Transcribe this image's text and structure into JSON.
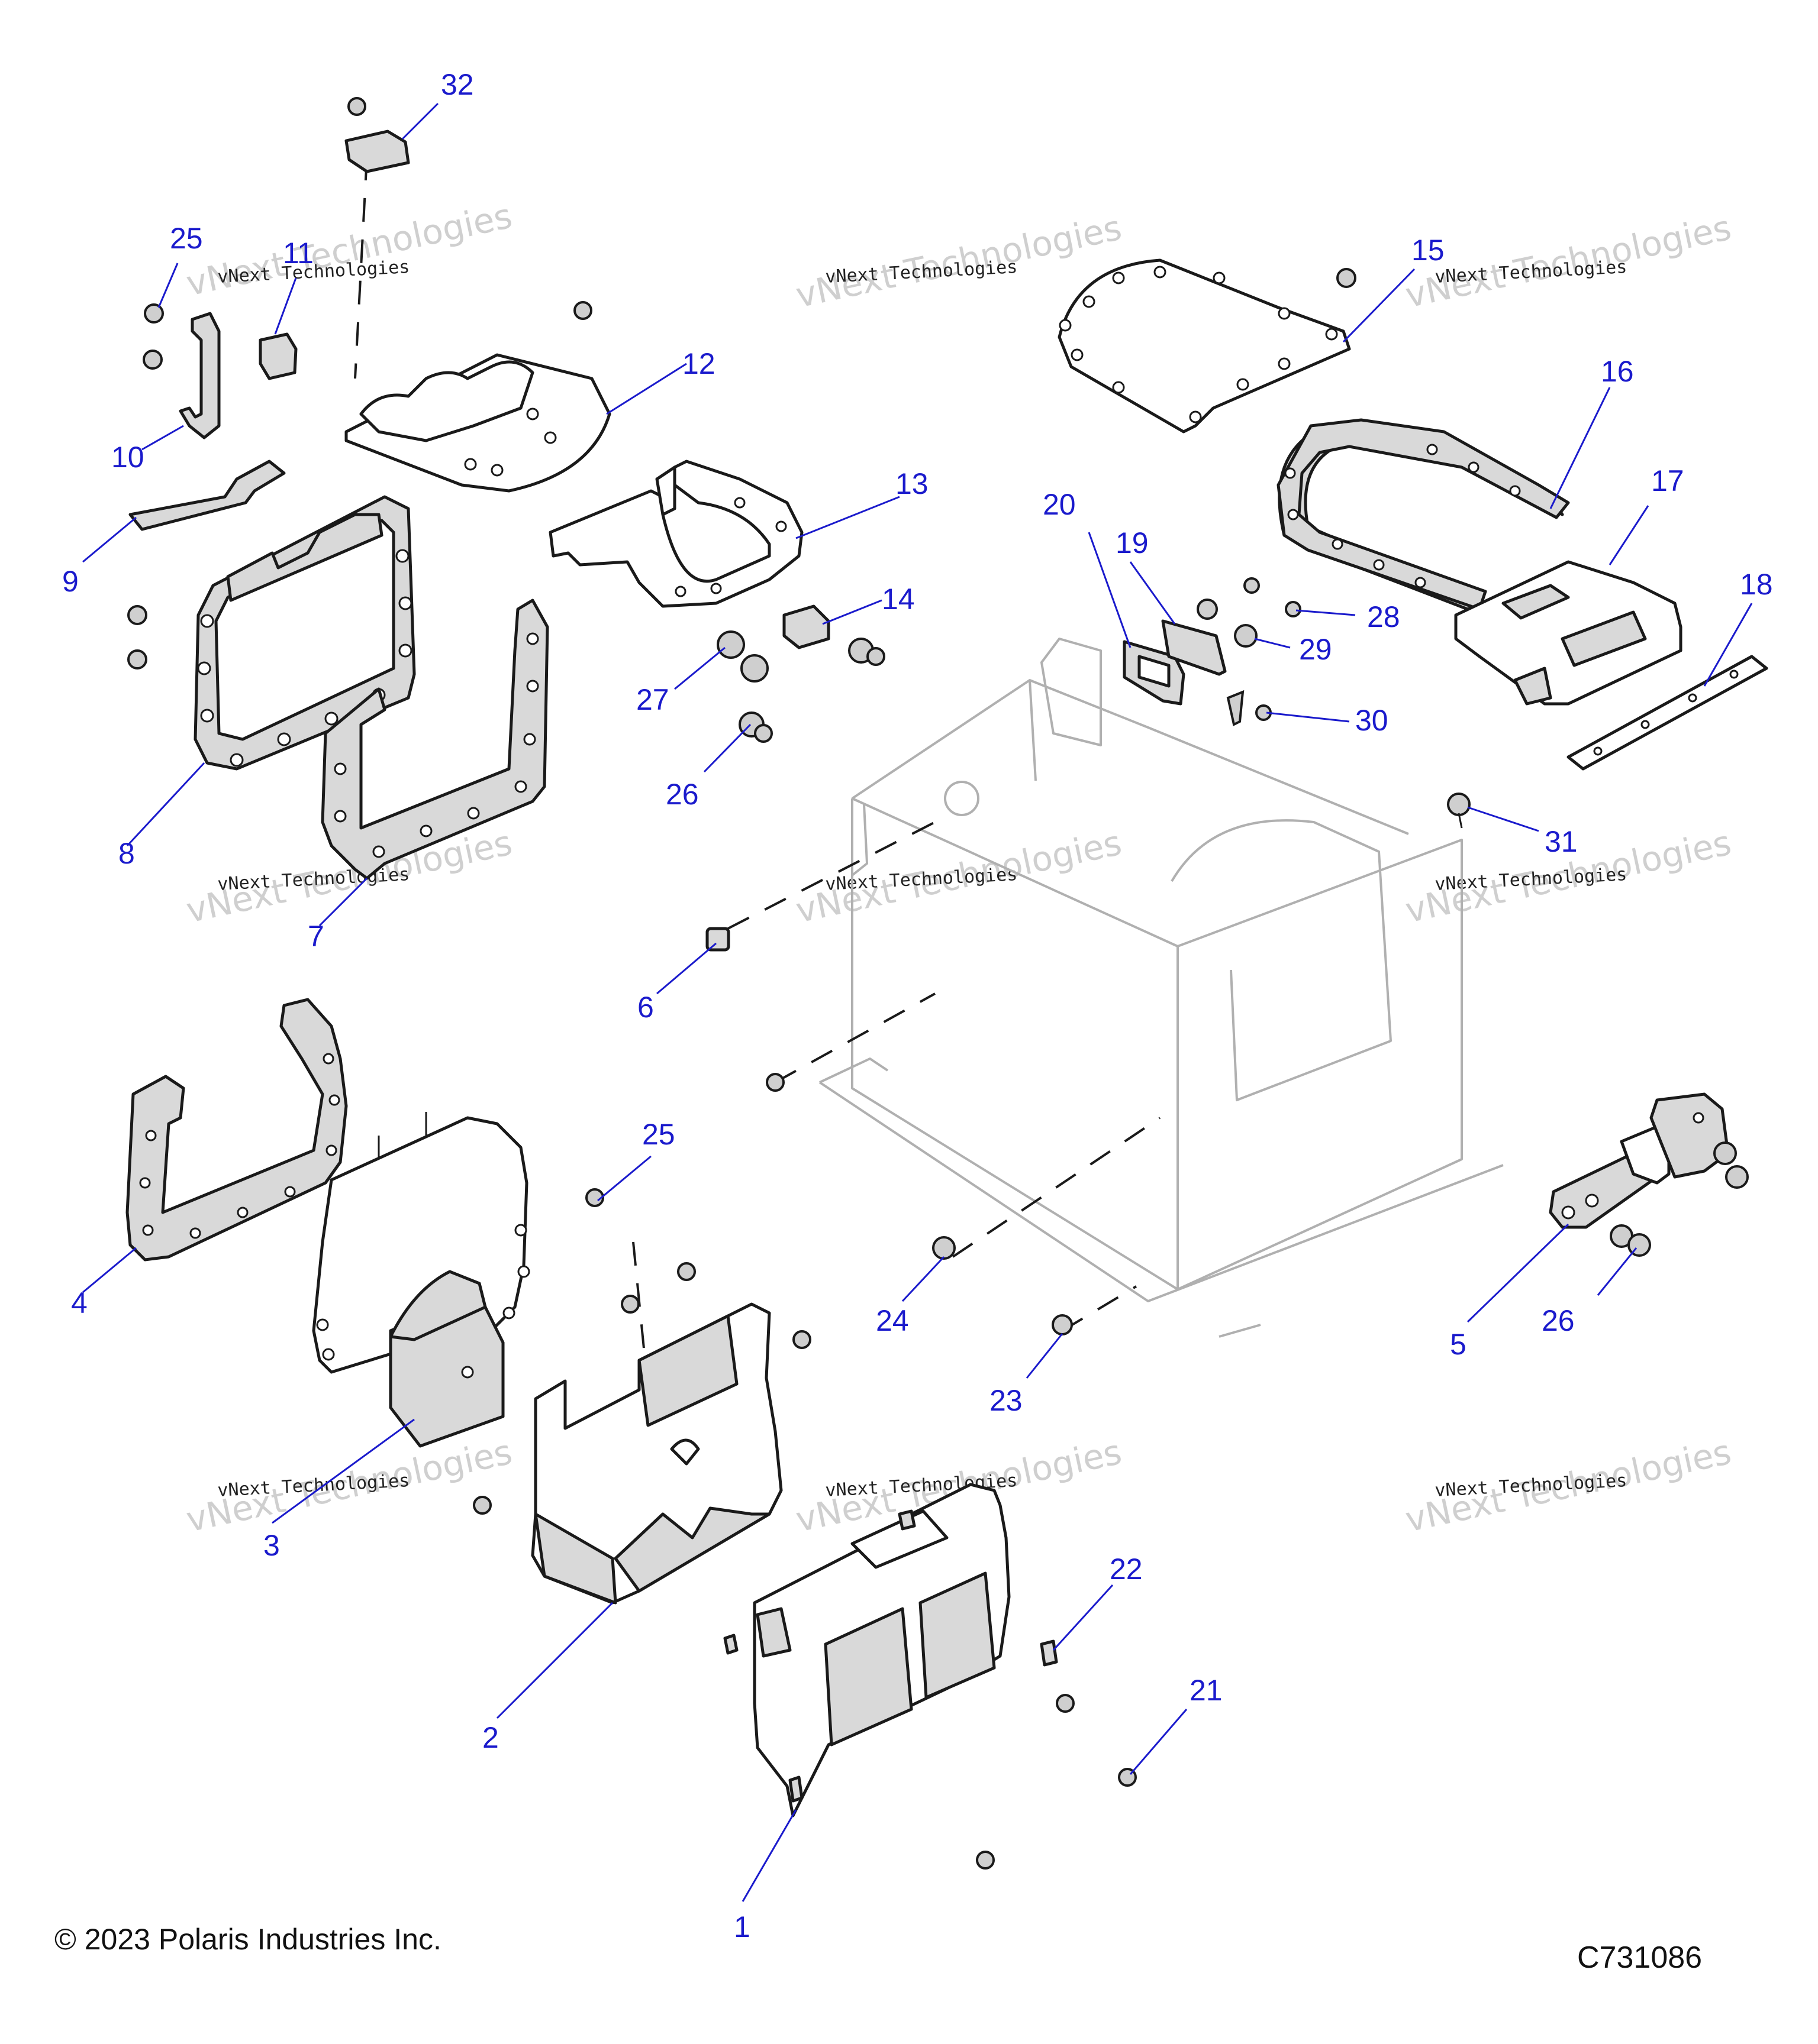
{
  "diagram": {
    "callouts": [
      {
        "id": "1",
        "label": "1"
      },
      {
        "id": "2",
        "label": "2"
      },
      {
        "id": "3",
        "label": "3"
      },
      {
        "id": "4",
        "label": "4"
      },
      {
        "id": "5",
        "label": "5"
      },
      {
        "id": "6",
        "label": "6"
      },
      {
        "id": "7",
        "label": "7"
      },
      {
        "id": "8",
        "label": "8"
      },
      {
        "id": "9",
        "label": "9"
      },
      {
        "id": "10",
        "label": "10"
      },
      {
        "id": "11",
        "label": "11"
      },
      {
        "id": "12",
        "label": "12"
      },
      {
        "id": "13",
        "label": "13"
      },
      {
        "id": "14",
        "label": "14"
      },
      {
        "id": "15",
        "label": "15"
      },
      {
        "id": "16",
        "label": "16"
      },
      {
        "id": "17",
        "label": "17"
      },
      {
        "id": "18",
        "label": "18"
      },
      {
        "id": "19",
        "label": "19"
      },
      {
        "id": "20",
        "label": "20"
      },
      {
        "id": "21",
        "label": "21"
      },
      {
        "id": "22",
        "label": "22"
      },
      {
        "id": "23",
        "label": "23"
      },
      {
        "id": "24",
        "label": "24"
      },
      {
        "id": "25a",
        "label": "25"
      },
      {
        "id": "25b",
        "label": "25"
      },
      {
        "id": "26a",
        "label": "26"
      },
      {
        "id": "26b",
        "label": "26"
      },
      {
        "id": "27",
        "label": "27"
      },
      {
        "id": "28",
        "label": "28"
      },
      {
        "id": "29",
        "label": "29"
      },
      {
        "id": "30",
        "label": "30"
      },
      {
        "id": "31",
        "label": "31"
      },
      {
        "id": "32",
        "label": "32"
      }
    ],
    "watermark": {
      "big_text": "vNext Technologies",
      "small_text": "vNext Technologies"
    }
  },
  "footer": {
    "copyright": "© 2023 Polaris Industries Inc.",
    "figure_id": "C731086"
  },
  "colors": {
    "callout": "#1a1acc",
    "line": "#1a1a1a",
    "frame_ghost": "#b0b0b0"
  }
}
